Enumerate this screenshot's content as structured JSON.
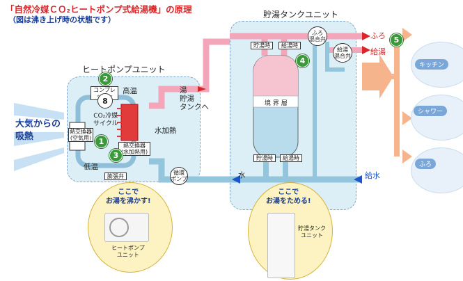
{
  "title": "「自然冷媒ＣＯ₂ヒートポンプ式給湯機」の原理",
  "subtitle": "（図は沸き上げ時の状態です）",
  "sections": {
    "heat_pump_unit": "ヒートポンプユニット",
    "tank_unit": "貯湯タンクユニット"
  },
  "labels": {
    "air_heat": "大気からの\n吸熱",
    "compressor": "コンプレッサー",
    "high_temp": "高温",
    "low_temp": "低温",
    "co2_cycle": "CO₂冷媒\nサイクル",
    "hx_air": "熱交換器\n(空気用)",
    "hx_water": "熱交換器\n(水加熱用)",
    "expansion_valve": "膨張弁",
    "water_heating": "水加熱",
    "circulation_pump": "循環\nポンプ",
    "hot_to_tank": "湯\n貯湯\nタンクへ",
    "water_pipe": "水",
    "stored_top_left": "貯湯時",
    "hot_supply_top": "給湯時",
    "boundary": "境 界 層",
    "stored_bottom": "貯湯時",
    "hot_supply_bottom": "給湯時",
    "bath_mix_valve": "ふろ\n混合弁",
    "supply_mix_valve": "給湯\n混合弁",
    "out_bath": "ふろ",
    "out_supply": "給湯",
    "supply_water": "給水",
    "bubble_heat": "ここで\nお湯を沸かす!",
    "bubble_store": "ここで\nお湯をためる!",
    "hp_unit_caption": "ヒートポンプ\nユニット",
    "tank_unit_caption": "貯湯タンク\nユニット",
    "kitchen": "キッチン",
    "shower": "シャワー",
    "bath": "ふろ"
  },
  "steps": [
    "1",
    "2",
    "3",
    "4",
    "5"
  ],
  "colors": {
    "hot_pipe": "#f3a6b9",
    "cold_pipe": "#93c6dc",
    "panel": "#dceef6",
    "step_circle": "#3a9a3a",
    "bubble": "#fdf2c2",
    "arrow_orange": "#f6b48c"
  }
}
